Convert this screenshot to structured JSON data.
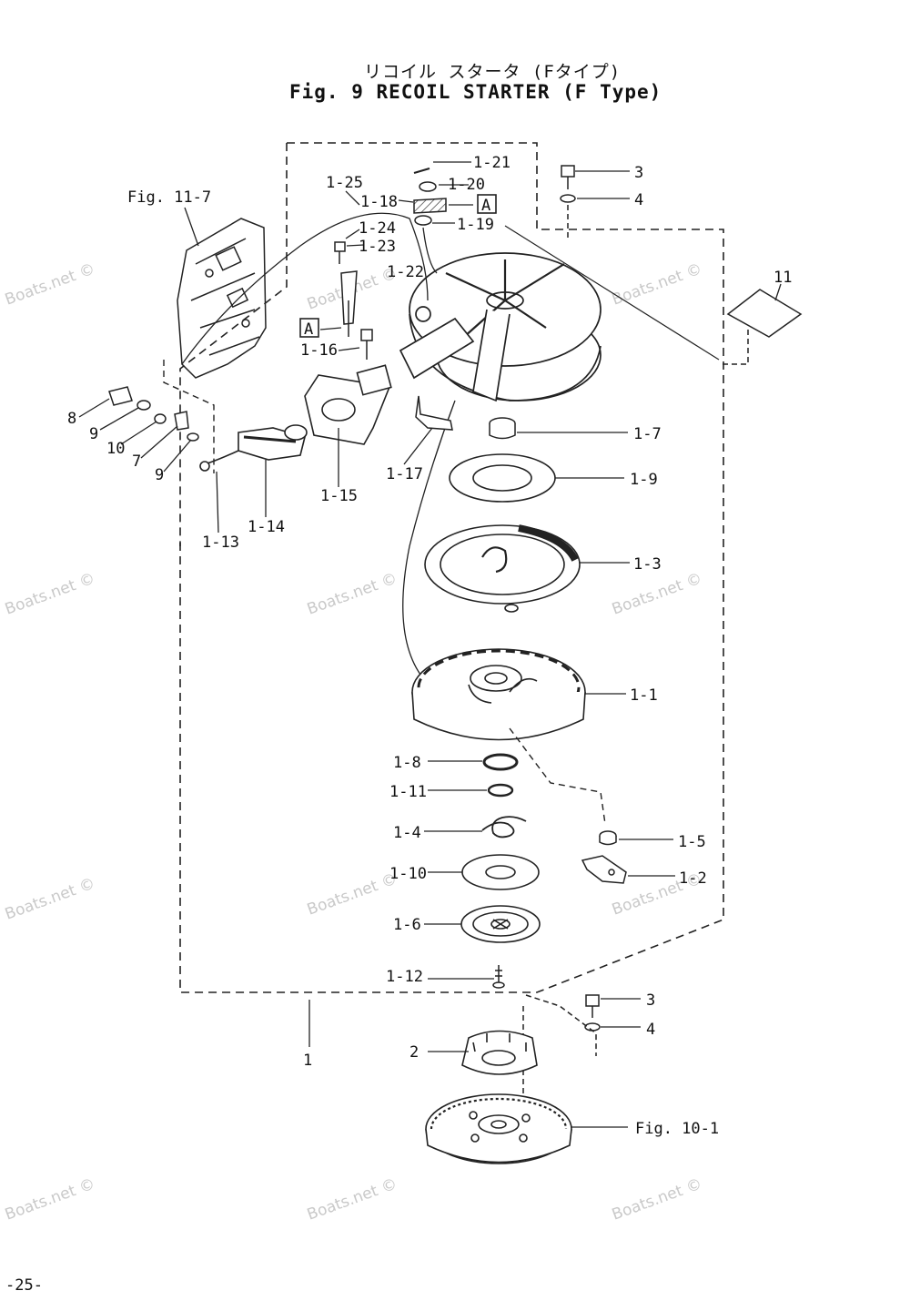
{
  "title": {
    "jp": "リコイル スタータ (Fタイプ)",
    "en": "Fig. 9  RECOIL STARTER (F Type)"
  },
  "parts": [
    {
      "id": "fig11_7",
      "label": "Fig. 11-7"
    },
    {
      "id": "p1_25",
      "label": "1-25"
    },
    {
      "id": "p1_24",
      "label": "1-24"
    },
    {
      "id": "p1_23",
      "label": "1-23"
    },
    {
      "id": "p1_22",
      "label": "1-22"
    },
    {
      "id": "p1_21",
      "label": "1-21"
    },
    {
      "id": "p1_20",
      "label": "1-20"
    },
    {
      "id": "p1_18",
      "label": "1-18"
    },
    {
      "id": "p1_19",
      "label": "1-19"
    },
    {
      "id": "p3_top",
      "label": "3"
    },
    {
      "id": "p4_top",
      "label": "4"
    },
    {
      "id": "p11",
      "label": "11"
    },
    {
      "id": "p1_16",
      "label": "1-16"
    },
    {
      "id": "p8",
      "label": "8"
    },
    {
      "id": "p9a",
      "label": "9"
    },
    {
      "id": "p10",
      "label": "10"
    },
    {
      "id": "p7",
      "label": "7"
    },
    {
      "id": "p9b",
      "label": "9"
    },
    {
      "id": "p1_13",
      "label": "1-13"
    },
    {
      "id": "p1_14",
      "label": "1-14"
    },
    {
      "id": "p1_15",
      "label": "1-15"
    },
    {
      "id": "p1_17",
      "label": "1-17"
    },
    {
      "id": "p1_7",
      "label": "1-7"
    },
    {
      "id": "p1_9",
      "label": "1-9"
    },
    {
      "id": "p1_3",
      "label": "1-3"
    },
    {
      "id": "p1_1",
      "label": "1-1"
    },
    {
      "id": "p1_8",
      "label": "1-8"
    },
    {
      "id": "p1_11",
      "label": "1-11"
    },
    {
      "id": "p1_4",
      "label": "1-4"
    },
    {
      "id": "p1_5",
      "label": "1-5"
    },
    {
      "id": "p1_10",
      "label": "1-10"
    },
    {
      "id": "p1_2",
      "label": "1-2"
    },
    {
      "id": "p1_6",
      "label": "1-6"
    },
    {
      "id": "p1_12",
      "label": "1-12"
    },
    {
      "id": "p1",
      "label": "1"
    },
    {
      "id": "p3_bot",
      "label": "3"
    },
    {
      "id": "p4_bot",
      "label": "4"
    },
    {
      "id": "p2",
      "label": "2"
    },
    {
      "id": "fig10_1",
      "label": "Fig. 10-1"
    }
  ],
  "ref_markers": [
    "A",
    "A"
  ],
  "watermark": "Boats.net ©",
  "page_number": "-25-"
}
